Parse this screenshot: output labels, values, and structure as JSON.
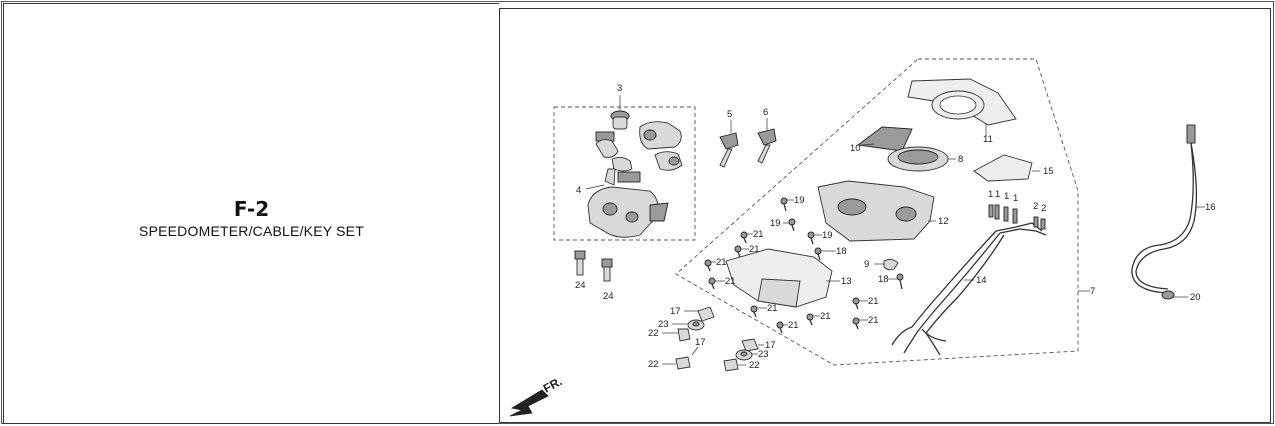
{
  "figure": {
    "code": "F-2",
    "title": "SPEEDOMETER/CABLE/KEY SET"
  },
  "callouts": {
    "c2a": "2",
    "c2b": "2",
    "c3": "3",
    "c4": "4",
    "c5": "5",
    "c6": "6",
    "c7": "7",
    "c8": "8",
    "c9": "9",
    "c10": "10",
    "c11": "11",
    "c12": "12",
    "c13": "13",
    "c14": "14",
    "c15": "15",
    "c16": "16",
    "c20": "20",
    "c1a": "1",
    "c1b": "1",
    "c1c": "1",
    "c1d": "1",
    "c17a": "17",
    "c17b": "17",
    "c17c": "17",
    "c18a": "18",
    "c18b": "18",
    "c19a": "19",
    "c19b": "19",
    "c19c": "19",
    "c21a": "21",
    "c21b": "21",
    "c21c": "21",
    "c21d": "21",
    "c21e": "21",
    "c21f": "21",
    "c21g": "21",
    "c21h": "21",
    "c22a": "22",
    "c22b": "22",
    "c22c": "22",
    "c23a": "23",
    "c23b": "23",
    "c24a": "24",
    "c24b": "24"
  },
  "direction": {
    "label": "FR."
  },
  "colors": {
    "line": "#333333",
    "fill": "#d9d9d9",
    "dark": "#9a9a9a"
  }
}
